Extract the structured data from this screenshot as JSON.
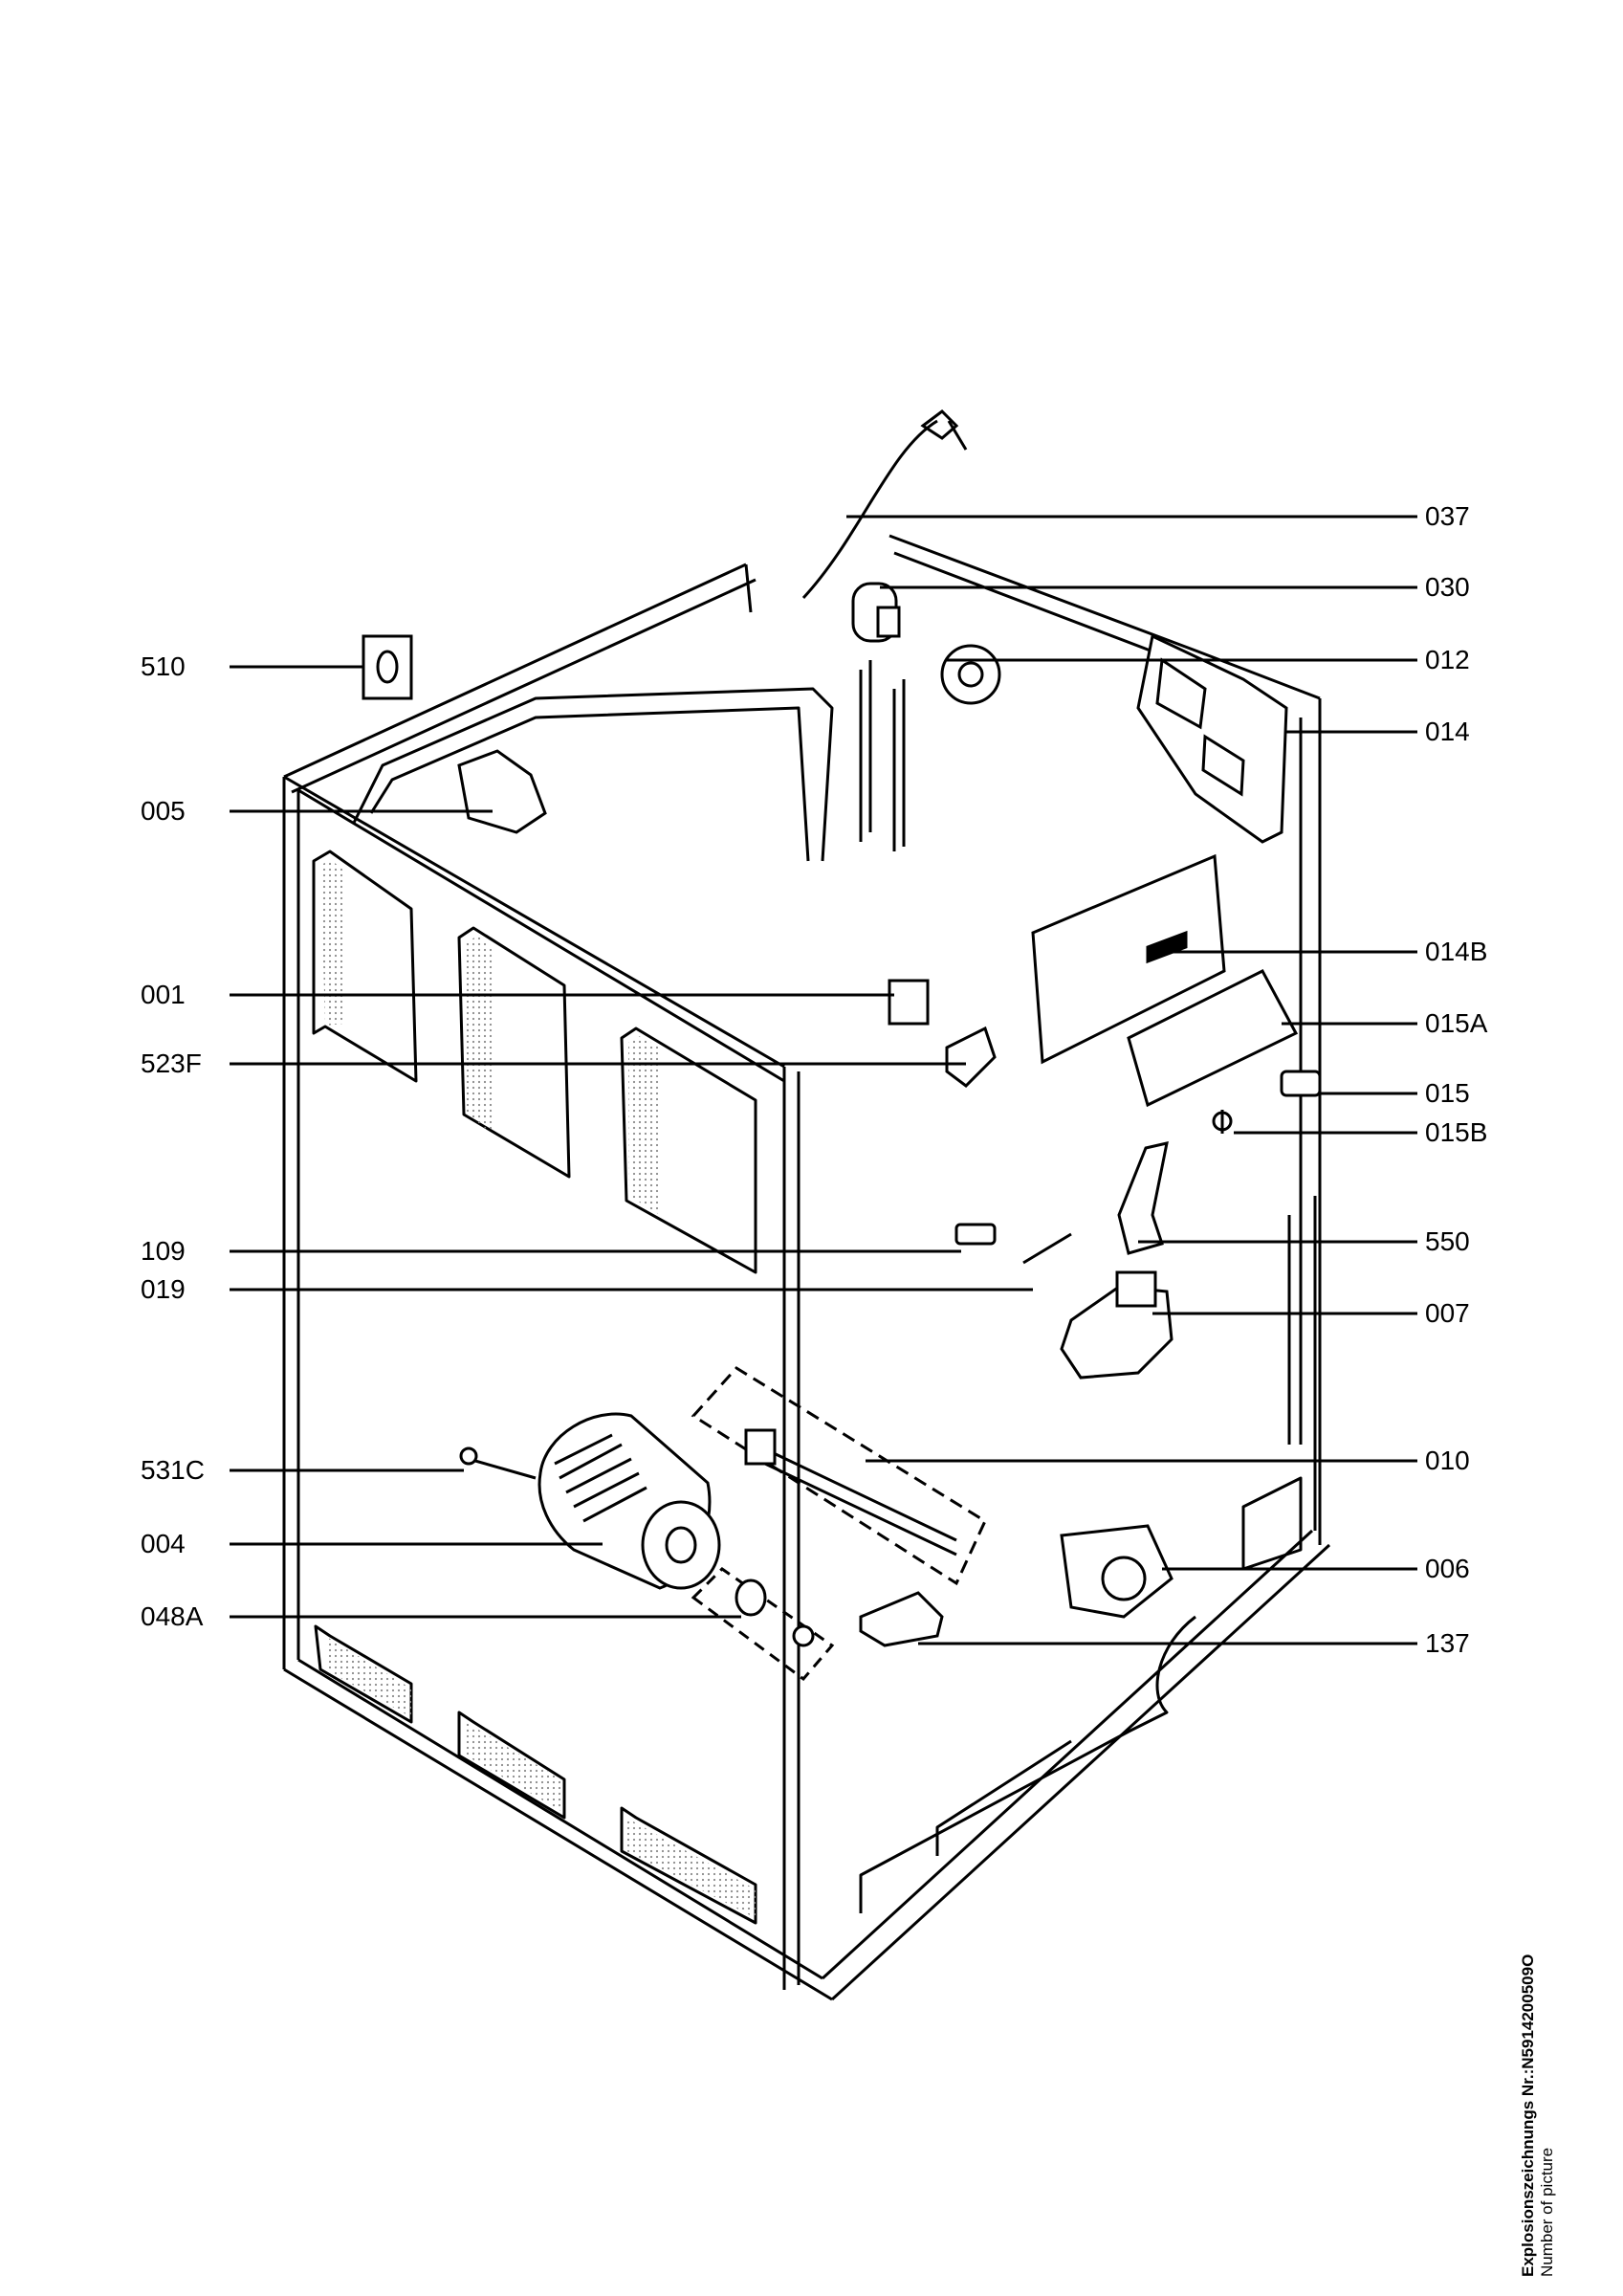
{
  "callouts_left": [
    {
      "id": "510",
      "label": "510"
    },
    {
      "id": "005",
      "label": "005"
    },
    {
      "id": "001",
      "label": "001"
    },
    {
      "id": "523F",
      "label": "523F"
    },
    {
      "id": "109",
      "label": "109"
    },
    {
      "id": "019",
      "label": "019"
    },
    {
      "id": "531C",
      "label": "531C"
    },
    {
      "id": "004",
      "label": "004"
    },
    {
      "id": "048A",
      "label": "048A"
    }
  ],
  "callouts_right": [
    {
      "id": "037",
      "label": "037"
    },
    {
      "id": "030",
      "label": "030"
    },
    {
      "id": "012",
      "label": "012"
    },
    {
      "id": "014",
      "label": "014"
    },
    {
      "id": "014B",
      "label": "014B"
    },
    {
      "id": "015A",
      "label": "015A"
    },
    {
      "id": "015",
      "label": "015"
    },
    {
      "id": "015B",
      "label": "015B"
    },
    {
      "id": "550",
      "label": "550"
    },
    {
      "id": "007",
      "label": "007"
    },
    {
      "id": "010",
      "label": "010"
    },
    {
      "id": "006",
      "label": "006"
    },
    {
      "id": "137",
      "label": "137"
    }
  ],
  "caption": {
    "title": "Explosionszeichnungs Nr.:N5914200509O",
    "subtitle": "Number of picture"
  },
  "colors": {
    "ink": "#000000",
    "paper": "#ffffff",
    "shade": "#8a8a8a"
  }
}
